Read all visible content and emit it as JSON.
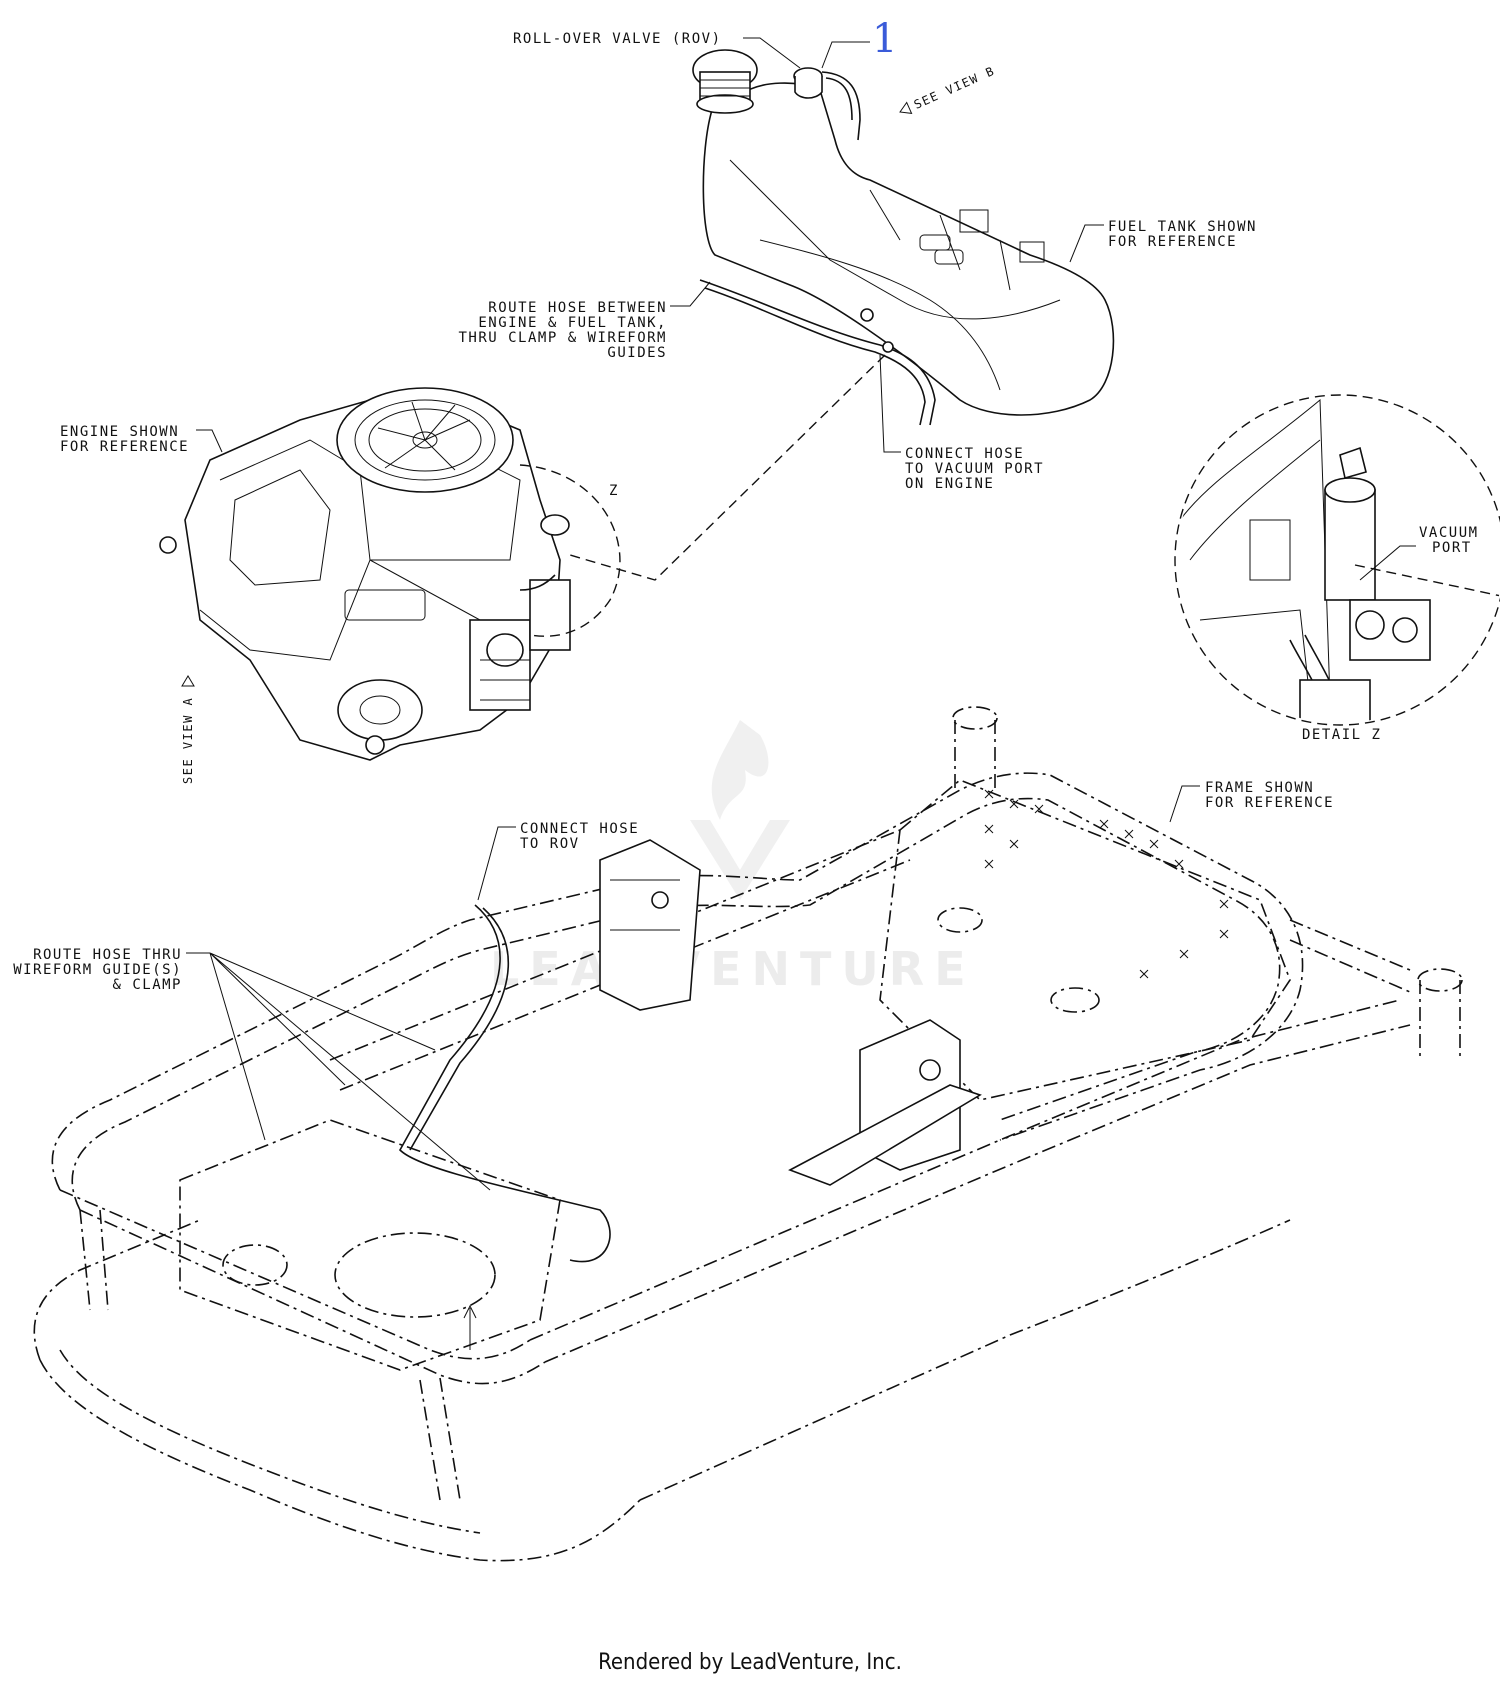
{
  "diagram": {
    "callout_number": "1",
    "labels": {
      "rov": "ROLL-OVER VALVE (ROV)",
      "see_view_b": "SEE VIEW B",
      "fuel_tank_1": "FUEL TANK SHOWN",
      "fuel_tank_2": "FOR REFERENCE",
      "route_between_1": "ROUTE HOSE BETWEEN",
      "route_between_2": "ENGINE & FUEL TANK,",
      "route_between_3": "THRU CLAMP & WIREFORM",
      "route_between_4": "GUIDES",
      "engine_1": "ENGINE SHOWN",
      "engine_2": "FOR REFERENCE",
      "z_marker": "Z",
      "connect_vacuum_1": "CONNECT HOSE",
      "connect_vacuum_2": "TO VACUUM PORT",
      "connect_vacuum_3": "ON ENGINE",
      "vacuum_port_1": "VACUUM",
      "vacuum_port_2": "PORT",
      "detail_z": "DETAIL Z",
      "see_view_a": "SEE VIEW A",
      "frame_1": "FRAME SHOWN",
      "frame_2": "FOR REFERENCE",
      "connect_rov_1": "CONNECT HOSE",
      "connect_rov_2": "TO ROV",
      "route_thru_1": "ROUTE HOSE THRU",
      "route_thru_2": "WIREFORM GUIDE(S)",
      "route_thru_3": "& CLAMP"
    },
    "watermark": "LEADVENTURE"
  },
  "footer": {
    "text": "Rendered by LeadVenture, Inc."
  }
}
